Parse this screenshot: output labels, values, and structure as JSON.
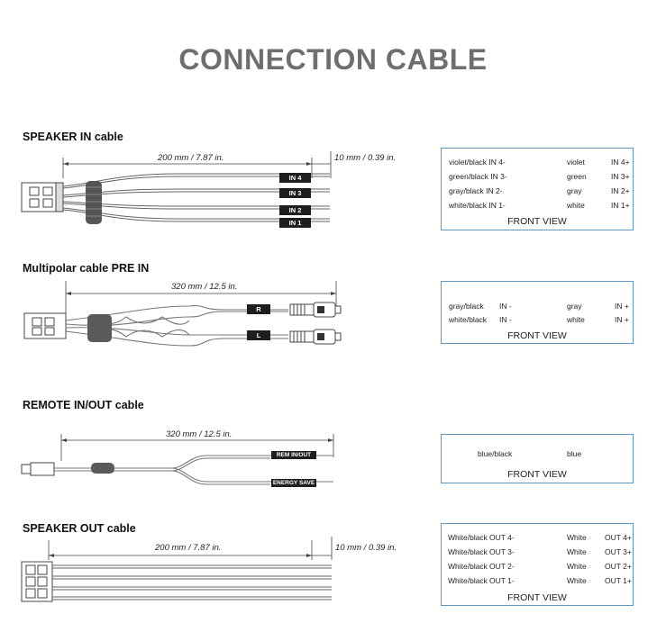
{
  "title": "CONNECTION CABLE",
  "speaker_in": {
    "title": "SPEAKER IN cable",
    "dim_main": "200 mm / 7.87 in.",
    "dim_tip": "10 mm / 0.39 in.",
    "tags": [
      "IN 4",
      "IN 3",
      "IN 2",
      "IN 1"
    ],
    "left_pins": [
      "violet/black  IN 4-",
      "green/black  IN 3-",
      "gray/black  IN 2-",
      "white/black  IN 1-"
    ],
    "right_colors": [
      "violet",
      "green",
      "gray",
      "white"
    ],
    "right_pins": [
      "IN 4+",
      "IN 3+",
      "IN 2+",
      "IN 1+"
    ],
    "front_view": "FRONT VIEW"
  },
  "pre_in": {
    "title": "Multipolar cable PRE IN",
    "dim_main": "320 mm / 12.5 in.",
    "tags": [
      "R",
      "L"
    ],
    "left_colors": [
      "gray/black",
      "white/black"
    ],
    "left_pins": [
      "IN -",
      "IN -"
    ],
    "right_colors": [
      "gray",
      "white"
    ],
    "right_pins": [
      "IN +",
      "IN +"
    ],
    "front_view": "FRONT VIEW"
  },
  "remote": {
    "title": "REMOTE IN/OUT cable",
    "dim_main": "320 mm / 12.5 in.",
    "tags": [
      "REM IN/OUT",
      "ENERGY SAVE"
    ],
    "left_color": "blue/black",
    "right_color": "blue",
    "front_view": "FRONT VIEW"
  },
  "speaker_out": {
    "title": "SPEAKER OUT cable",
    "dim_main": "200 mm / 7.87 in.",
    "dim_tip": "10 mm / 0.39 in.",
    "left_colors": [
      "White/black",
      "White/black",
      "White/black",
      "White/black"
    ],
    "left_pins": [
      "OUT 4-",
      "OUT 3-",
      "OUT 2-",
      "OUT 1-"
    ],
    "right_colors": [
      "White",
      "White",
      "White",
      "White"
    ],
    "right_pins": [
      "OUT 4+",
      "OUT 3+",
      "OUT 2+",
      "OUT 1+"
    ],
    "front_view": "FRONT VIEW"
  },
  "colors": {
    "box_border": "#5f97c2",
    "title": "#6e6e6e",
    "tag": "#1e1e1e"
  }
}
